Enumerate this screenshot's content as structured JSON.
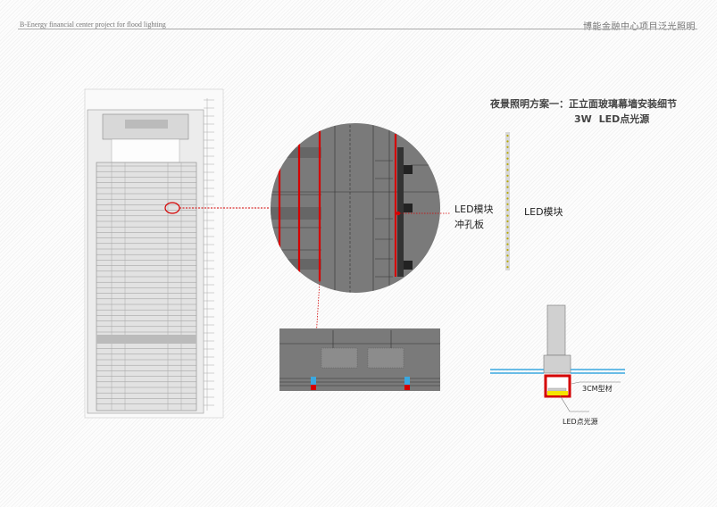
{
  "header": {
    "left": "B-Energy  financial center project for flood lighting",
    "right": "博能金融中心项目泛光照明"
  },
  "title": {
    "line1": "夜景照明方案一：正立面玻璃幕墙安装细节",
    "line2": "3W   LED点光源"
  },
  "labels": {
    "led_module_detail": "LED模块",
    "perforated_panel": "冲孔板",
    "led_module_strip": "LED模块",
    "profile": "3CM型材",
    "led_point_source": "LED点光源"
  },
  "colors": {
    "accent_red": "#d40000",
    "glass_blue": "#3aa8e0",
    "led_yellow": "#f5e500",
    "drawing_gray": "#7a7a7a"
  }
}
